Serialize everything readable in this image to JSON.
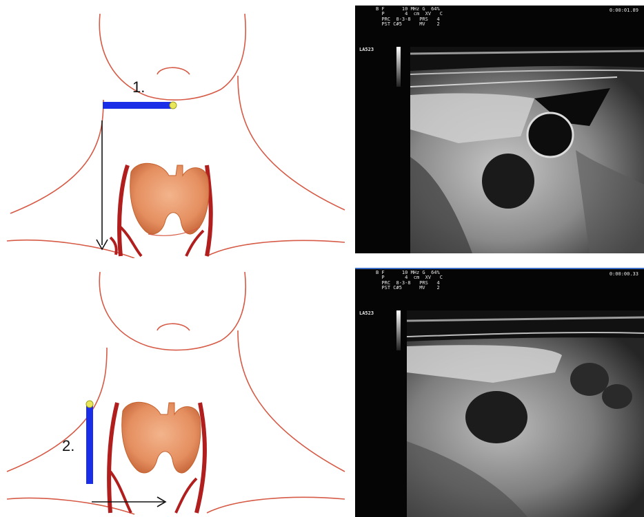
{
  "figure": {
    "step1": {
      "label": "1."
    },
    "step2": {
      "label": "2."
    },
    "ultrasound_top": {
      "header_lines": [
        "B F      10 MHz G  64%",
        "  P       4  cm  XV   C",
        "  PRC  8-3-8   PRS   4",
        "  PST C#5      MV    2"
      ],
      "timestamp": "0:00:01.89",
      "probe": "LA523"
    },
    "ultrasound_bottom": {
      "header_lines": [
        "B F      10 MHz G  64%",
        "  P       4  cm  XV   C",
        "  PRC  8-3-8   PRS   4",
        "  PST C#5      MV    2"
      ],
      "timestamp": "0:00:00.33",
      "probe": "LA523"
    }
  }
}
